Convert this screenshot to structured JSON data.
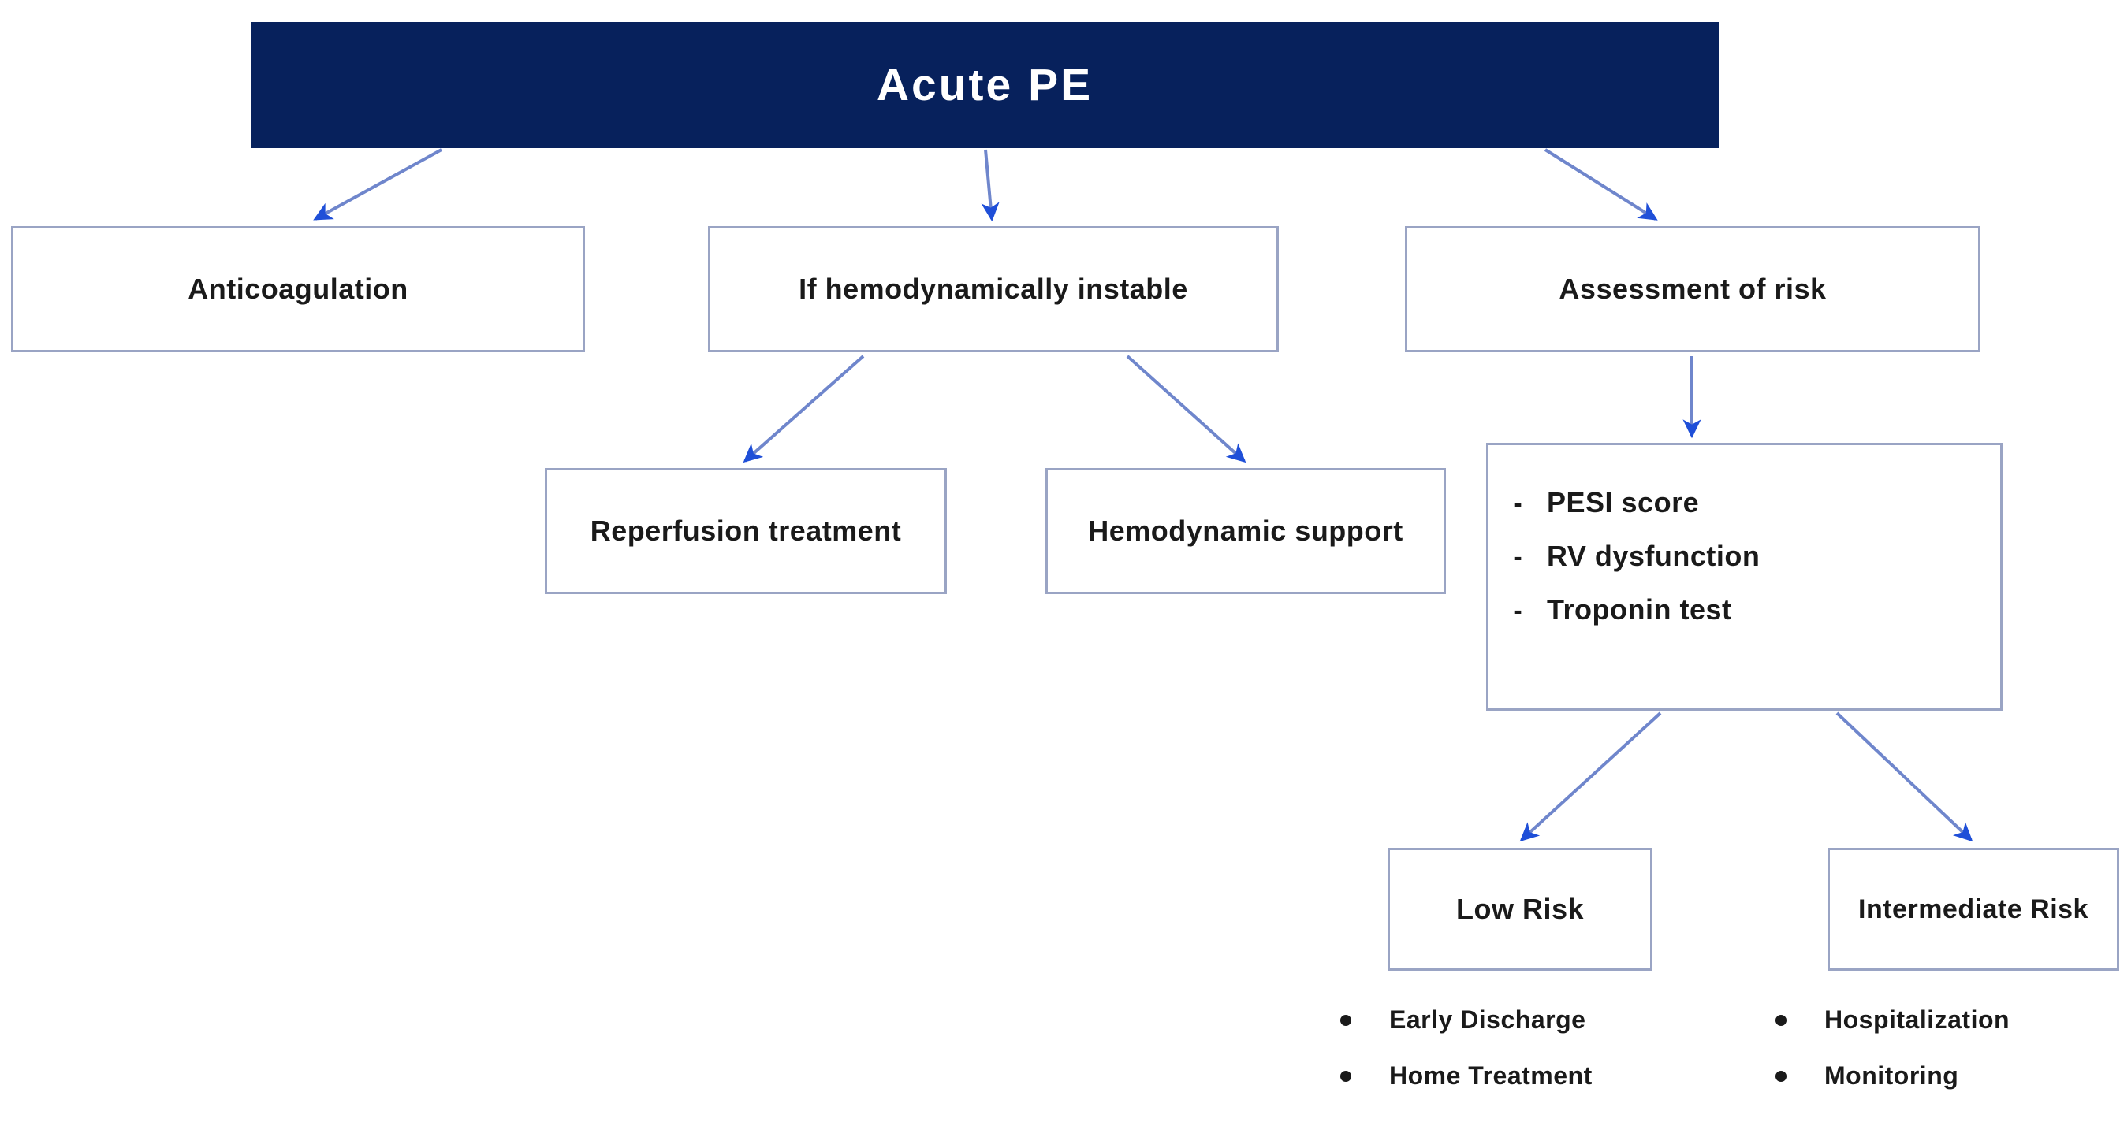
{
  "diagram": {
    "title": "Acute PE Management Flowchart",
    "colors": {
      "header_fill": "#07215c",
      "header_text": "#ffffff",
      "box_border": "#9aa4c4",
      "box_fill": "#ffffff",
      "box_text": "#1a1a1a",
      "connector": "#5b77c4",
      "arrowhead": "#1f4fd8"
    },
    "root": {
      "label": "Acute  PE"
    },
    "level2": [
      {
        "label": "Anticoagulation"
      },
      {
        "label": "If hemodynamically instable"
      },
      {
        "label": "Assessment of risk"
      }
    ],
    "level3": [
      {
        "label": "Reperfusion treatment"
      },
      {
        "label": "Hemodynamic support"
      }
    ],
    "criteria": {
      "bullet": "-",
      "items": [
        {
          "label": "PESI score"
        },
        {
          "label": "RV dysfunction"
        },
        {
          "label": "Troponin test"
        }
      ]
    },
    "risk": [
      {
        "label": "Low Risk"
      },
      {
        "label": "Intermediate Risk"
      }
    ],
    "outcomes_low": [
      {
        "label": "Early Discharge"
      },
      {
        "label": "Home Treatment"
      }
    ],
    "outcomes_intermediate": [
      {
        "label": "Hospitalization"
      },
      {
        "label": "Monitoring"
      }
    ]
  }
}
